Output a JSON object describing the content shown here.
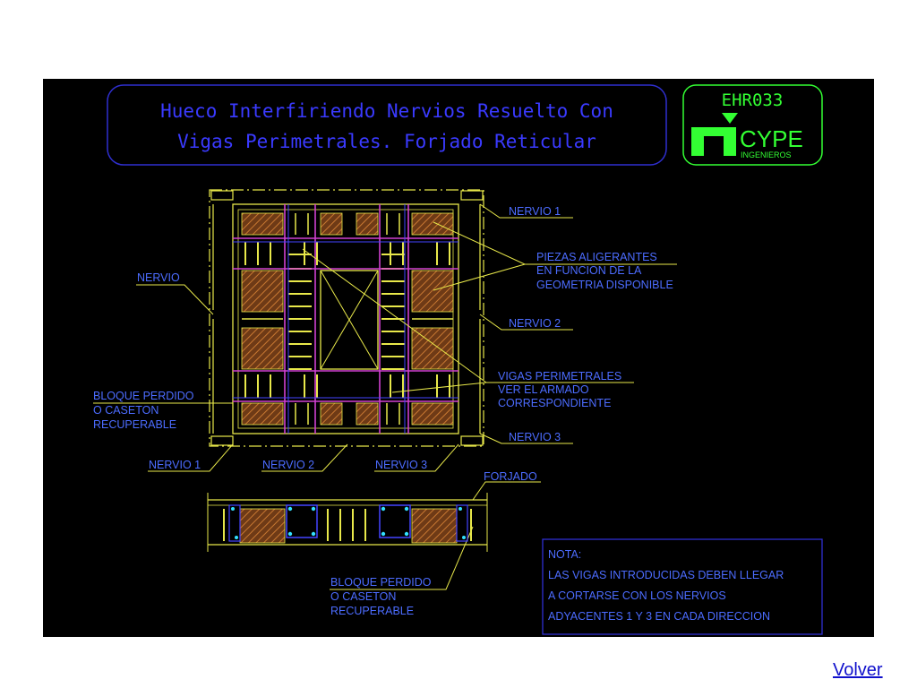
{
  "title": {
    "line1": "Hueco Interfiriendo Nervios Resuelto Con",
    "line2": "Vigas Perimetrales. Forjado Reticular"
  },
  "code": "EHR033",
  "logo": {
    "brand": "CYPE",
    "sub": "INGENIEROS"
  },
  "labels": {
    "nervio_1_right": "NERVIO 1",
    "piezas_1": "PIEZAS ALIGERANTES",
    "piezas_2": "EN FUNCION DE LA",
    "piezas_3": "GEOMETRIA DISPONIBLE",
    "nervio_left": "NERVIO",
    "nervio_2_right": "NERVIO 2",
    "vigas_1": "VIGAS PERIMETRALES",
    "vigas_2": "VER EL ARMADO",
    "vigas_3": "CORRESPONDIENTE",
    "bloque_1": "BLOQUE PERDIDO",
    "bloque_2": "O CASETON",
    "bloque_3": "RECUPERABLE",
    "nervio_3_right": "NERVIO 3",
    "nervio_1_bottom": "NERVIO 1",
    "nervio_2_bottom": "NERVIO 2",
    "nervio_3_bottom": "NERVIO 3",
    "forjado": "FORJADO",
    "bloque_b1": "BLOQUE PERDIDO",
    "bloque_b2": "O CASETON",
    "bloque_b3": "RECUPERABLE"
  },
  "nota": {
    "heading": "NOTA:",
    "line1": "LAS VIGAS INTRODUCIDAS DEBEN LLEGAR",
    "line2": "A CORTARSE CON LOS NERVIOS",
    "line3": "ADYACENTES 1 Y 3 EN CADA DIRECCION"
  },
  "link": {
    "volver": "Volver"
  },
  "colors": {
    "background": "#000000",
    "concrete": "#e8e84a",
    "rebar": "#d040d0",
    "block": "#c87832",
    "label": "#4c6cff",
    "logo": "#33ff33",
    "leader": "#e8e84a"
  }
}
